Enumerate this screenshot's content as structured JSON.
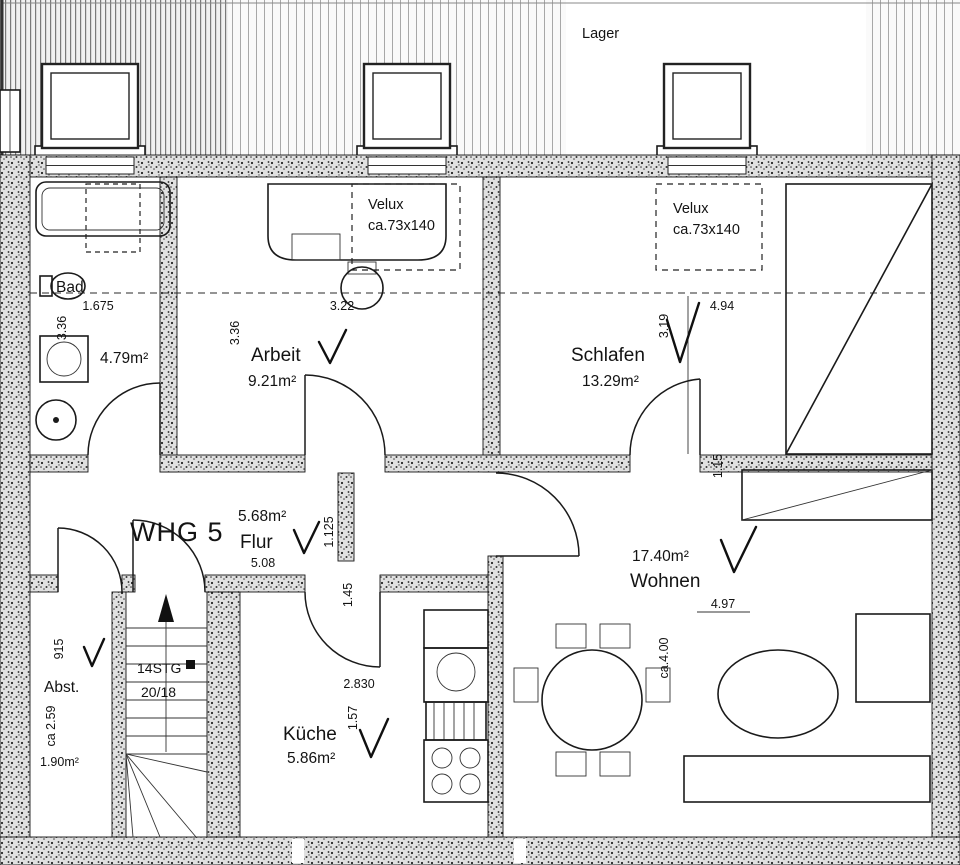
{
  "plan": {
    "attic_label": "Lager",
    "unit_label": "WHG 5"
  },
  "rooms": {
    "bad": {
      "name": "Bad",
      "area": "4.79m²"
    },
    "arbeit": {
      "name": "Arbeit",
      "area": "9.21m²"
    },
    "schlafen": {
      "name": "Schlafen",
      "area": "13.29m²"
    },
    "flur": {
      "name": "Flur",
      "area": "5.68m²"
    },
    "wohnen": {
      "name": "Wohnen",
      "area": "17.40m²"
    },
    "kueche": {
      "name": "Küche",
      "area": "5.86m²"
    },
    "abstell": {
      "name": "Abst.",
      "area": "1.90m²"
    }
  },
  "skylights": {
    "arbeit": {
      "line1": "Velux",
      "line2": "ca.73x140"
    },
    "schlafen": {
      "line1": "Velux",
      "line2": "ca.73x140"
    }
  },
  "stairs": {
    "count": "14STG",
    "ratio": "20/18"
  },
  "dimensions": {
    "bad_width": "1.675",
    "bad_depth": "3.36",
    "arbeit_depth": "3.36",
    "arbeit_width": "3.22",
    "schlafen_depth": "3.19",
    "schlafen_width": "4.94",
    "schlafen_niche": "1.15",
    "flur_length": "5.08",
    "flur_width": "1.125",
    "flur_niche": "1.45",
    "wohnen_width": "4.97",
    "wohnen_depth": "ca.4.00",
    "kueche_width": "2.830",
    "kueche_niche": "1.57",
    "abstell_width": "915",
    "abstell_depth": "ca 2.59"
  }
}
